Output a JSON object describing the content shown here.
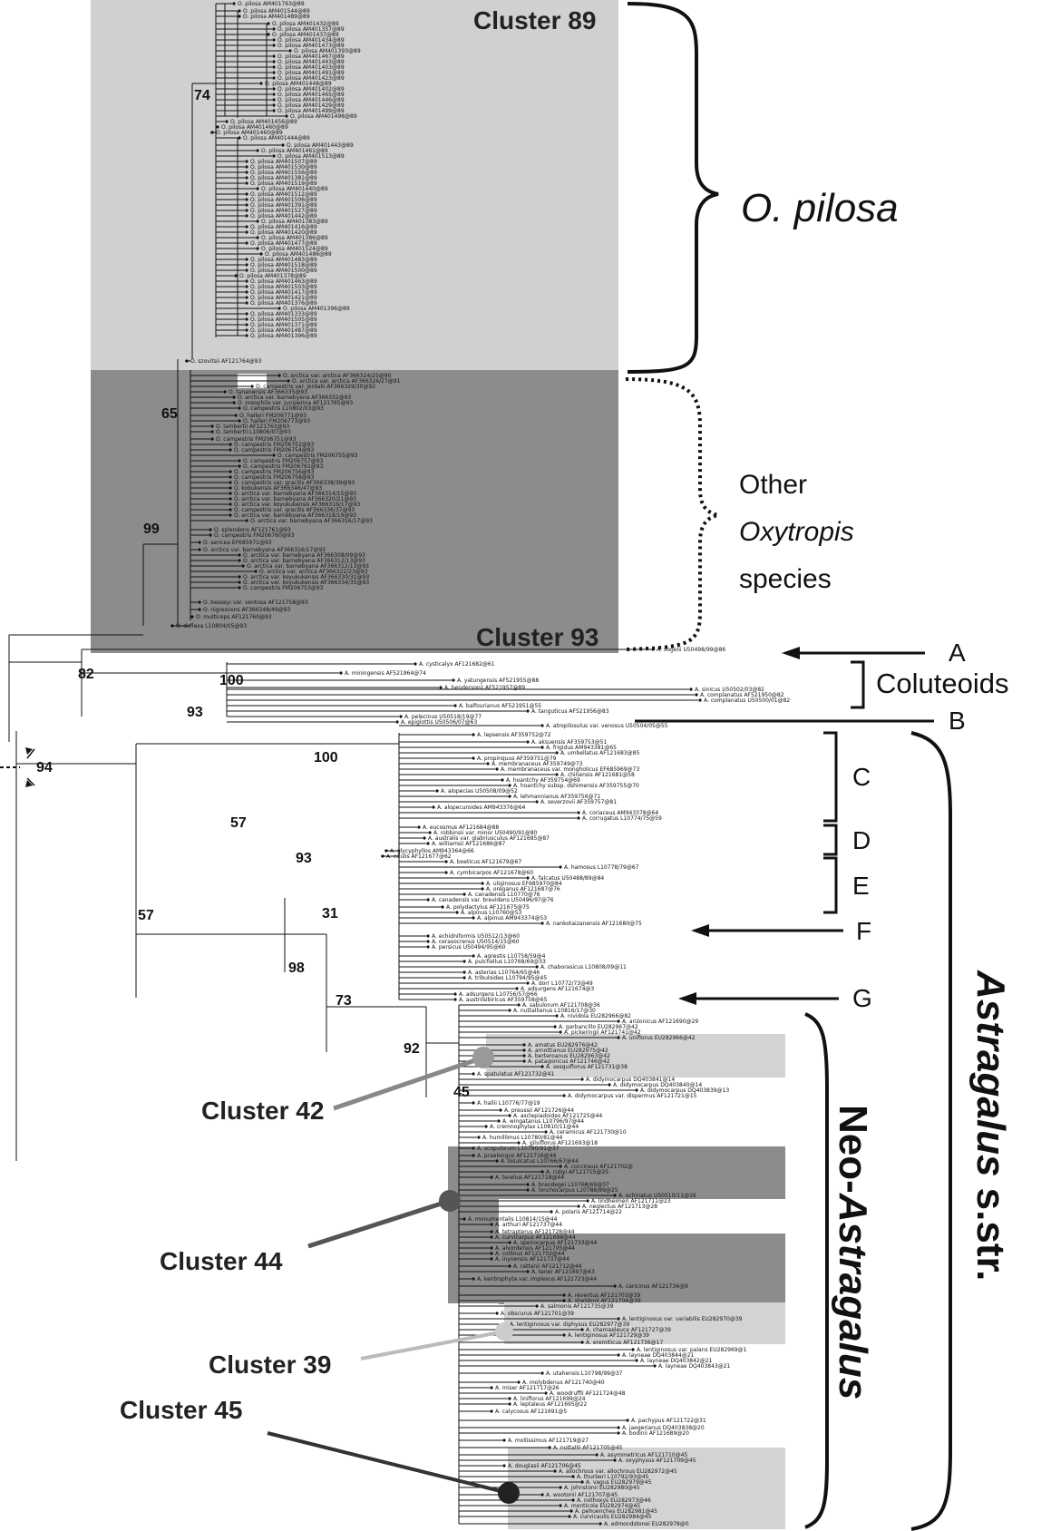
{
  "clusters": {
    "c89": "Cluster 89",
    "c93": "Cluster 93",
    "c42": "Cluster 42",
    "c44": "Cluster 44",
    "c39": "Cluster 39",
    "c45": "Cluster 45"
  },
  "groups": {
    "opilosa": "O. pilosa",
    "other_line1": "Other",
    "other_line2": "Oxytropis",
    "other_line3": "species",
    "coluteoids": "Coluteoids",
    "a": "A",
    "b": "B",
    "c": "C",
    "d": "D",
    "e": "E",
    "f": "F",
    "g": "G",
    "neo_prefix": "Neo-",
    "neo_genus": "Astragalus",
    "astragalus_genus": "Astragalus",
    "astragalus_suffix": " s.str."
  },
  "support": {
    "s74": "74",
    "s65": "65",
    "s99": "99",
    "s82": "82",
    "s100a": "100",
    "s93a": "93",
    "s94": "94",
    "s100b": "100",
    "s57a": "57",
    "s93b": "93",
    "s57b": "57",
    "s31": "31",
    "s98": "98",
    "s73": "73",
    "s92": "92",
    "s45": "45"
  },
  "taxa": {
    "vogelii": "A. vogelii U50498/99@86",
    "cysticalyx": "A. cysticalyx AF121682@61",
    "miningensis": "A. miningensis AF521964@74",
    "yatungensis": "A. yatungensis AF521955@88",
    "hendersonii": "A. hendersonii AF521957@89",
    "sinicus": "A. sinicus U50502/03@82",
    "complanatus1": "A. complanatus AF521950@82",
    "complanatus2": "A. complanatus U50500/01@82",
    "balfourianus": "A. balfourianus AF521951@55",
    "tanguticus": "A. tanguticus AF521956@83",
    "pelecinus": "A. pelecinus U50518/19@77",
    "epiglottis": "A. epiglottis U50506/07@63",
    "atropilosulus": "A. atropilosulus var. venosus U50504/05@55",
    "lepsensis": "A. lepsensis AF359752@72",
    "aksuensis": "A. aksuensis AF359753@51",
    "frigidus": "A. frigidus AM943381@65",
    "umbellatus": "A. umbellatus AF121683@85",
    "propinquus": "A. propinquus AF359751@79",
    "membranaceus": "A. membranaceus AF359749@73",
    "mongholicus": "A. membranaceus var. mongholicus EF685969@73",
    "chinensis": "A. chinensis AF121681@58",
    "hoantchy": "A. hoantchy AF359754@69",
    "dshimensis": "A. hoantchy subsp. dshimensis AF359755@70",
    "alopecias": "A. alopecias U50508/09@52",
    "lehmannianus": "A. lehmannianus AF359756@71",
    "severzovii": "A. severzovii AF359757@81",
    "alopecuroides": "A. alopecuroides AM943376@64",
    "coriaceus": "A. coriaceus AM943378@64",
    "corrugatus": "A. corrugatus L10774/75@59",
    "eucosmus": "A. eucosmus AF121684@88",
    "robbinsii": "A. robbinsii var. minor U50490/91@80",
    "australis": "A. australis var. glabriusculus AF121685@87",
    "williamsii": "A. williamsii AF121686@87",
    "glycyphyllos": "A. glycyphyllos AM943364@66",
    "edulis": "A. edulis AF121677@62",
    "boeticus": "A. boeticus AF121679@67",
    "hamosus": "A. hamosus L10778/79@67",
    "cymbicarpos": "A. cymbicarpos AF121678@60",
    "falcatus": "A. falcatus U50488/89@84",
    "uliginosus": "A. uliginosus EF685970@84",
    "oreganus": "A. oreganus AF121687@76",
    "canadensis1": "A. canadensis L10770@76",
    "canadensis2": "A. canadensis var. brevidens U50496/97@76",
    "polydactylus": "A. polydactylus AF121675@75",
    "alpinus1": "A. alpinus L10760@53",
    "alpinus2": "A. alpinus AM943374@53",
    "nankotaizanensis": "A. nankotaizanensis AF121680@75",
    "echidniformis": "A. echidniformis U50512/13@60",
    "cerasocrenus": "A. cerasocrenus U50514/15@60",
    "persicus": "A. persicus U50494/95@60",
    "agrestis": "A. agrestis L10758/59@4",
    "pulchellus": "A. pulchellus L10768/69@33",
    "chaborasicus": "A. chaborasicus L10808/09@11",
    "asterias": "A. asterias L10764/65@46",
    "tribuloides": "A. tribuloides L10794/95@45",
    "dorr": "A. dorr L10772/73@49",
    "adsurgens1": "A. adsurgens AF121674@3",
    "adsurgens2": "A. adsurgens L10756/57@66",
    "austrosibiricus": "A. austrosibiricus AF359758@65",
    "sabulorum": "A. sabulorum AF121708@36",
    "nuttallianus": "A. nuttallianus L10816/17@30",
    "nividola": "A. nividola EU282966@82",
    "arizonicus": "A. arizonicus AF121690@29",
    "garbancillo": "A. garbancillo EU282967@42",
    "pickeringii": "A. pickeringii AF121741@42",
    "uniflorus": "A. uniflorus EU282966@42",
    "amatus": "A. amatus EU282976@42",
    "arnottianus": "A. arnottianus EU282975@42",
    "berteroanus": "A. berteroanus EU282963@42",
    "patagonicus": "A. patagonicus AF121746@42",
    "sesquiflorus": "A. sesquiflorus AF121731@38",
    "spatulatus": "A. spatulatus AF121732@41",
    "didymocarpus1": "A. didymocarpus DQ403841@14",
    "didymocarpus2": "A. didymocarpus DQ403840@14",
    "didymocarpus3": "A. didymocarpus DQ403839@13",
    "dispermus": "A. didymocarpus var. dispermus AF121721@15",
    "hallii": "A. hallii L10776/77@19",
    "preussii": "A. preussii AF121726@44",
    "asclepiadoides": "A. asclepiadoides AF121725@44",
    "wingatanus": "A. wingatanus L10796/97@44",
    "cremnophylax": "A. cremnophylax L10810/11@44",
    "ceramicus": "A. ceramicus AF121730@10",
    "humillimus": "A. humillimus L10780/81@44",
    "gilviflorus": "A. gilviflorus AF121693@18",
    "scopulorum": "A. scopulorum L10790/91@37",
    "praelongus": "A. praelongus AF121716@44",
    "bisulcatus": "A. bisulcatus L10766/67@44",
    "coccineus": "A. coccineus AF121702@",
    "rubyi": "A. rubyi AF121715@25",
    "terelius": "A. terelius AF121718@44",
    "brandegei": "A. brandegei L10768/69@37",
    "lonchocarpus": "A. lonchocarpus L10788/89@25",
    "echinatus": "A. echinatus U50510/11@16",
    "lindheimeri": "A. lindheimeri AF121711@23",
    "neglectus": "A. neglectus AF121713@28",
    "polaris": "A. polaris AF121714@22",
    "monumentalis": "A. monumentalis L10814/15@44",
    "arthuri": "A. arthuri AF121737@44",
    "tetrapterus": "A. tetrapterus AF121728@44",
    "curvicarpus": "A. curvicarpus AF121698@44",
    "speirocarpus": "A. speirocarpus AF121733@44",
    "alvordensis": "A. alvordensis AF121705@44",
    "collinus": "A. collinus AF121702@44",
    "inyoensis": "A. inyoensis AF121737@44",
    "rattanii": "A. rattanii AF121712@44",
    "tener": "A. tener AF121697@43",
    "kentrophyta": "A. kentrophyta var. implexus AF121723@44",
    "caricinus": "A. caricinus AF121734@9",
    "reventus": "A. reventus AF121703@39",
    "sheldonii": "A. sheldonii AF121704@39",
    "salmonis": "A. salmonis AF121735@39",
    "obscurus": "A. obscurus AF121701@39",
    "lentiginosus1": "A. lentiginosus var. variabilis EU282970@39",
    "diphysus": "A. lentiginosus var. diphysus EU282977@39",
    "chamaeleuce": "A. chamaeleuce AF121727@39",
    "lentiginosus2": "A. lentiginosus AF121729@39",
    "eremiticus": "A. eremiticus AF121736@17",
    "palans": "A. lentiginosus var. palans EU282969@1",
    "layneae1": "A. layneae DQ403844@21",
    "layneae2": "A. layneae DQ403842@21",
    "layneae3": "A. layneae DQ403843@21",
    "utahensis": "A. utahensis L10798/99@37",
    "molybdenus": "A. molybdenus AF121740@40",
    "miser": "A. miser AF121717@26",
    "woodruffii": "A. woodruffii AF121724@48",
    "liniflorus": "A. liniflorus AF121699@24",
    "leptaleus": "A. leptaleus AF121695@22",
    "calycosus": "A. calycosus AF121691@5",
    "pachypus": "A. pachypus AF121722@31",
    "jaegerianus": "A. jaegerianus DQ403838@20",
    "bodinii": "A. bodinii AF121689@20",
    "mollissimus": "A. mollissimus AF121719@27",
    "nuttallii": "A. nuttallii AF121705@45",
    "asymmetricus": "A. asymmetricus AF121710@45",
    "oxyphysus": "A. oxyphysus AF121709@45",
    "douglasii": "A. douglasii AF121706@45",
    "allochrous1": "A. allochrous var. allochrous EU282972@45",
    "thurberi": "A. thurberi L10792/93@45",
    "vagus": "A. vagus EU282979@45",
    "johnstonii": "A. johnstonii EU282980@45",
    "wootonii": "A. wootonii AF121707@45",
    "nothoxys": "A. nothoxys EU282973@46",
    "monticola": "A. monticola EU282974@45",
    "pehuenches": "A. pehuenches EU282981@45",
    "curvicaulis": "A. curvicaulis EU282984@45",
    "edmondstonei": "A. edmondstonei EU282978@0"
  },
  "pilosa_label": "O. pilosa AM401",
  "oxy_taxa": {
    "szovitsii": "O. szovitsii AF121764@93",
    "arctica1": "O. arctica var. arctica AF366324/25@90",
    "arctica2": "O. arctica var. arctica AF366326/27@91",
    "campestris_jordalii": "O. campestris var. jordalii AF366329/30@92",
    "tananensis": "O. tananensis AF366335@93",
    "bellii": "O. arctica var. barnebyana AF366332@93",
    "oreophila": "O. oreophila var. juniperina AF121765@93",
    "campestris1": "O. campestris L10802/03@93",
    "halleri1": "O. halleri FM206771@93",
    "halleri2": "O. halleri FM206773@93",
    "lambertii1": "O. lambertii AF121763@93",
    "lambertii2": "O. lambertii L10806/07@93",
    "campestris2": "O. campestris FM206751@93",
    "campestris3": "O. campestris FM206752@93",
    "campestris4": "O. campestris FM206754@93",
    "campestris5": "O. campestris FM206755@93",
    "campestris6": "O. campestris FM206757@93",
    "campestris7": "O. campestris FM206761@93",
    "campestris8": "O. campestris FM206756@93",
    "campestris9": "O. campestris FM206758@93",
    "gracilis1": "O. campestris var. gracilis AF366338/39@93",
    "kobukensis": "O. kobukensis AF366346/47@93",
    "barnebyana1": "O. arctica var. barnebyana AF366314/15@93",
    "barnebyana2": "O. arctica var. barnebyana AF366320/21@93",
    "koyukuk1": "O. arctica var. koyukukensis AF366316/17@93",
    "gracilis2": "O. campestris var. gracilis AF366336/37@93",
    "barnebyana3": "O. arctica var. barnebyana AF366318/19@93",
    "splendens": "O. splendens AF121761@93",
    "campestris10": "O. campestris FM206760@93",
    "sericea": "O. sericea EF685971@93",
    "barnebyana4": "O. arctica var. barnebyana AF366316/17@93",
    "barnebyana5": "O. arctica var. barnebyana AF366308/09@93",
    "barnebyana6": "O. arctica var. barnebyana AF366312/13@93",
    "arctica3": "O. arctica var. arctica AF366322/23@93",
    "koyukuk2": "O. arctica var. koyukukensis AF366330/31@93",
    "koyukuk3": "O. arctica var. koyukukensis AF366334/35@93",
    "campestris11": "O. campestris FM206753@93",
    "besseyi": "O. besseyi var. ventosa AF121758@93",
    "nigrescens": "O. nigrescens AF366348/49@93",
    "multiceps": "O. multiceps AF121760@93",
    "deflexa": "O. deflexa L10804/05@93"
  }
}
